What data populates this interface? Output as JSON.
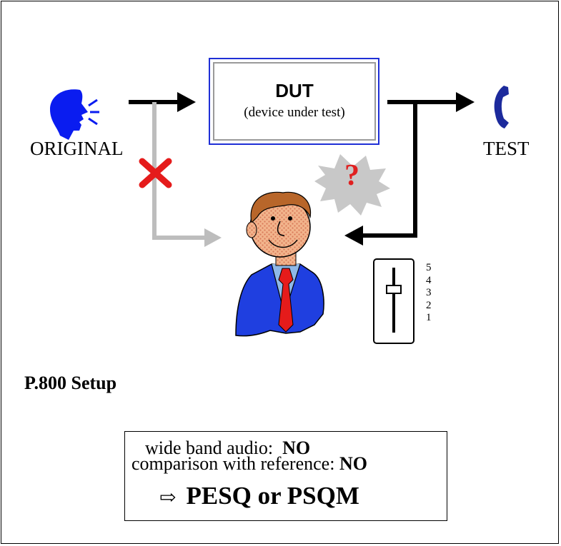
{
  "labels": {
    "original": "ORIGINAL",
    "test": "TEST"
  },
  "dut": {
    "title": "DUT",
    "subtitle": "(device under test)"
  },
  "question_mark": "?",
  "scale_values": [
    "5",
    "4",
    "3",
    "2",
    "1"
  ],
  "setup_title": "P.800 Setup",
  "info": {
    "line1_label": "wide band audio:",
    "line1_value": "NO",
    "line2_label": "comparison with reference:",
    "line2_value": "NO",
    "arrow": "⇨",
    "result": "PESQ or PSQM"
  },
  "colors": {
    "speaker_blue": "#0a1cf0",
    "phone_blue": "#1c2a9c",
    "box_blue": "#1f2fd6",
    "arrow_black": "#000000",
    "arrow_gray": "#bdbdbd",
    "cross_red": "#e51b1b",
    "question_red": "#e02020",
    "burst_gray": "#c8c8c8"
  },
  "icons": [
    "speaking-head-icon",
    "telephone-handset-icon",
    "red-cross-icon",
    "question-burst-icon",
    "listener-person-icon",
    "rating-slider-icon"
  ]
}
